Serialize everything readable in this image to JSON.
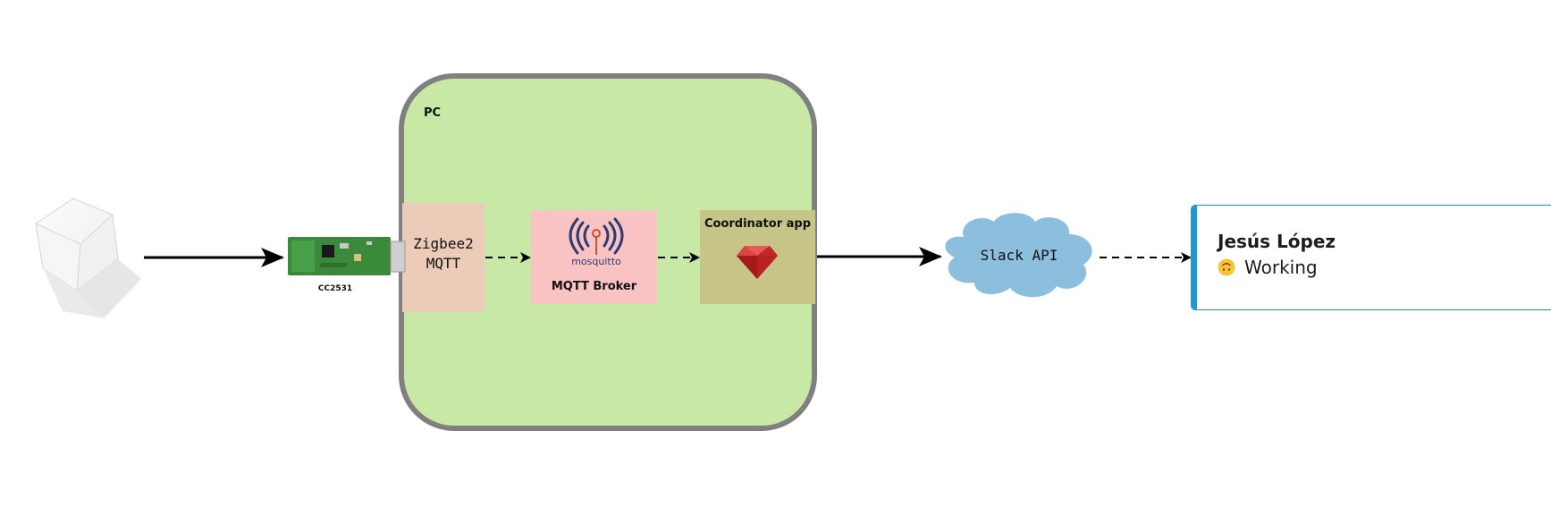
{
  "pc": {
    "label": "PC"
  },
  "components": {
    "zigbee2mqtt": {
      "label": "Zigbee2\nMQTT"
    },
    "mqtt_broker": {
      "label": "MQTT Broker",
      "logo_text": "mosquitto"
    },
    "coordinator_app": {
      "label": "Coordinator app",
      "icon": "ruby-icon"
    }
  },
  "device": {
    "label": "CC2531"
  },
  "cloud": {
    "label": "Slack API"
  },
  "slack_status": {
    "name": "Jesús López",
    "status_text": "Working",
    "emoji": "upside-down-face"
  },
  "colors": {
    "pc_fill": "#c8e8a6",
    "pc_border": "#808080",
    "zigbee2mqtt_fill": "#eccbb8",
    "mqtt_fill": "#f9c2c3",
    "coordinator_fill": "#c6c587",
    "cloud_fill": "#8bbfdd",
    "slack_accent": "#1d9bd1"
  }
}
